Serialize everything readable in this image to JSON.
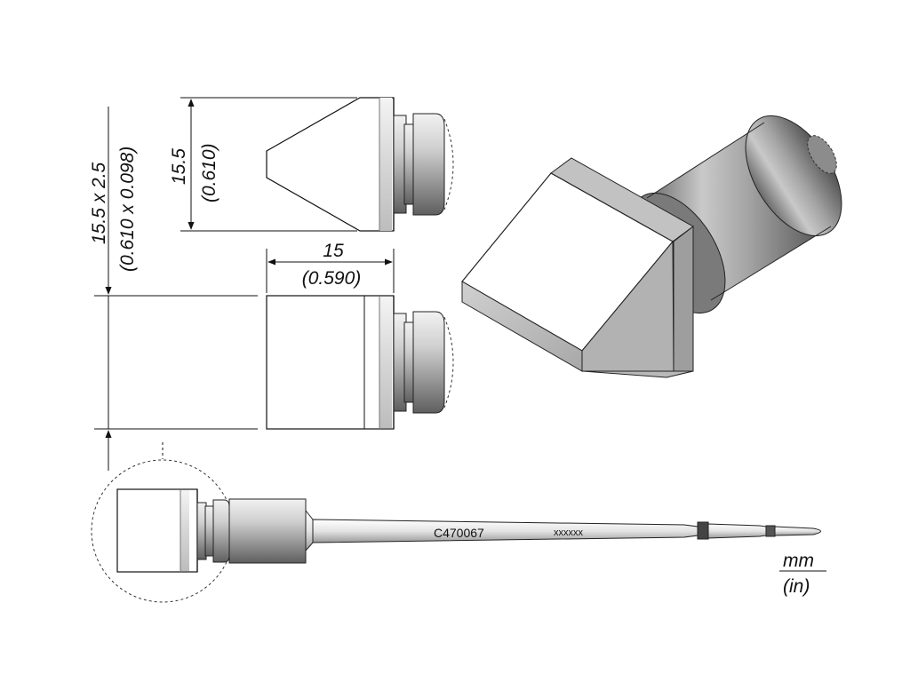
{
  "dimensions": {
    "overall_mm": "15.5 x 2.5",
    "overall_in": "(0.610 x 0.098)",
    "height_mm": "15.5",
    "height_in": "(0.610)",
    "width_mm": "15",
    "width_in": "(0.590)"
  },
  "tip": {
    "part_number": "C470067",
    "serial": "xxxxxx"
  },
  "units": {
    "primary": "mm",
    "secondary": "(in)"
  }
}
